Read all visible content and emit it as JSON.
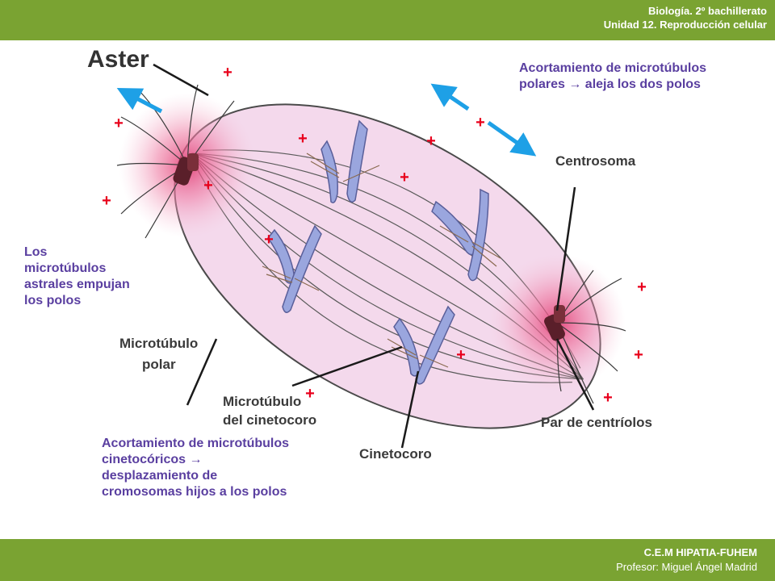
{
  "header": {
    "course": "Biología. 2º bachillerato",
    "unit": "Unidad 12. Reproducción celular"
  },
  "footer": {
    "school": "C.E.M HIPATIA-FUHEM",
    "teacher": "Profesor: Miguel Ángel Madrid"
  },
  "diagram": {
    "labels": {
      "aster": "Aster",
      "centrosoma": "Centrosoma",
      "microtubulo_polar_1": "Microtúbulo",
      "microtubulo_polar_2": "polar",
      "microtubulo_cinetocoro_1": "Microtúbulo",
      "microtubulo_cinetocoro_2": "del cinetocoro",
      "cinetocoro": "Cinetocoro",
      "par_centriolos": "Par de centríolos"
    },
    "callouts": {
      "polares_line1": "Acortamiento de microtúbulos",
      "polares_line2": "polares → aleja los dos polos",
      "astrales_line1": "Los",
      "astrales_line2": "microtúbulos",
      "astrales_line3": "astrales empujan",
      "astrales_line4": "los polos",
      "cinetocoricos_line1": "Acortamiento de microtúbulos",
      "cinetocoricos_line2": "cinetocóricos →",
      "cinetocoricos_line3": "desplazamiento de",
      "cinetocoricos_line4": "cromosomas hijos a los polos"
    },
    "plus_sign": "+",
    "colors": {
      "header_bar": "#7aa332",
      "arrow": "#1ea0e6",
      "plus": "#e8001c",
      "callout_text": "#5a3fa0",
      "spindle": "#f4d9ec",
      "chromosome": "#9aa6de"
    }
  }
}
